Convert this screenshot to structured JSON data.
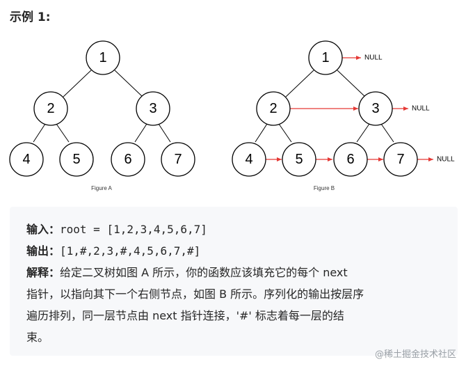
{
  "heading": "示例 1:",
  "figure_a": {
    "caption": "Figure A",
    "nodes": [
      "1",
      "2",
      "3",
      "4",
      "5",
      "6",
      "7"
    ]
  },
  "figure_b": {
    "caption": "Figure B",
    "nodes": [
      "1",
      "2",
      "3",
      "4",
      "5",
      "6",
      "7"
    ],
    "null_label": "NULL"
  },
  "example": {
    "input_label": "输入：",
    "input_value": "root = [1,2,3,4,5,6,7]",
    "output_label": "输出：",
    "output_value": "[1,#,2,3,#,4,5,6,7,#]",
    "explain_label": "解释：",
    "explain_lines": [
      "给定二叉树如图 A 所示，你的函数应该填充它的每个 next",
      "指针，以指向其下一个右侧节点，如图 B 所示。序列化的输出按层序",
      "遍历排列，同一层节点由 next 指针连接，'#' 标志着每一层的结",
      "束。"
    ]
  },
  "watermark": "@稀土掘金技术社区",
  "colors": {
    "next_pointer": "#e53935",
    "box_background": "#f7f8fa"
  }
}
